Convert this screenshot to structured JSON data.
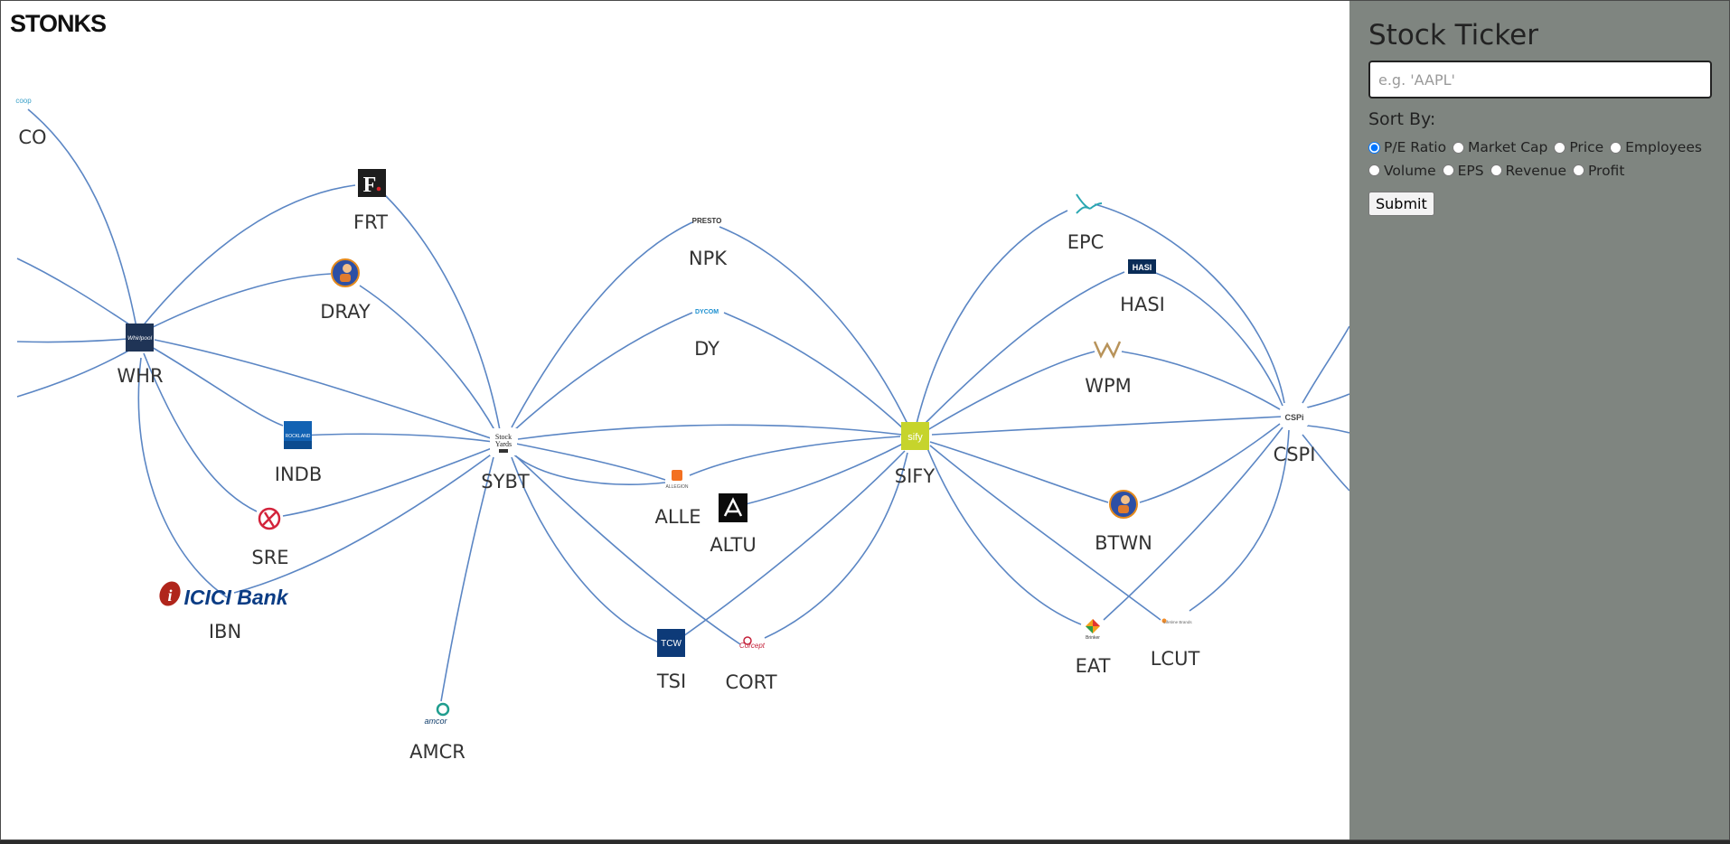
{
  "app": {
    "brand": "STONKS"
  },
  "panel": {
    "title": "Stock Ticker",
    "input_placeholder": "e.g. 'AAPL'",
    "input_value": "",
    "sort_label": "Sort By:",
    "sort_options": [
      "P/E Ratio",
      "Market Cap",
      "Price",
      "Employees",
      "Volume",
      "EPS",
      "Revenue",
      "Profit"
    ],
    "sort_selected": "P/E Ratio",
    "submit_label": "Submit"
  },
  "graph": {
    "edge_color": "#5b86c4",
    "nodes": [
      {
        "ticker": "CO",
        "logo": "coop-logo"
      },
      {
        "ticker": "FRT",
        "logo": "frt-logo"
      },
      {
        "ticker": "DRAY",
        "logo": "dray-avatar"
      },
      {
        "ticker": "WHR",
        "logo": "whirlpool-logo",
        "logo_text": "Whirlpool"
      },
      {
        "ticker": "INDB",
        "logo": "indb-logo"
      },
      {
        "ticker": "SRE",
        "logo": "sre-logo"
      },
      {
        "ticker": "IBN",
        "logo": "icici-logo",
        "logo_text": "ICICI Bank"
      },
      {
        "ticker": "AMCR",
        "logo": "amcor-logo",
        "logo_text": "amcor"
      },
      {
        "ticker": "SYBT",
        "logo": "sybt-logo"
      },
      {
        "ticker": "NPK",
        "logo": "presto-logo",
        "logo_text": "PRESTO"
      },
      {
        "ticker": "DY",
        "logo": "dycom-logo",
        "logo_text": "DYCOM"
      },
      {
        "ticker": "ALLE",
        "logo": "allegion-logo",
        "logo_text": "ALLEGION"
      },
      {
        "ticker": "ALTU",
        "logo": "altu-logo"
      },
      {
        "ticker": "TSI",
        "logo": "tcw-logo",
        "logo_text": "TCW"
      },
      {
        "ticker": "CORT",
        "logo": "corcept-logo",
        "logo_text": "Corcept"
      },
      {
        "ticker": "SIFY",
        "logo": "sify-logo",
        "logo_text": "sify"
      },
      {
        "ticker": "EPC",
        "logo": "epc-logo"
      },
      {
        "ticker": "HASI",
        "logo": "hasi-logo",
        "logo_text": "HASI"
      },
      {
        "ticker": "WPM",
        "logo": "wpm-logo"
      },
      {
        "ticker": "BTWN",
        "logo": "btwn-avatar"
      },
      {
        "ticker": "EAT",
        "logo": "brinker-logo",
        "logo_text": "Brinker"
      },
      {
        "ticker": "LCUT",
        "logo": "lifetime-logo",
        "logo_text": "Lifetime Brands"
      },
      {
        "ticker": "CSPI",
        "logo": "cspi-logo",
        "logo_text": "CSPi"
      }
    ],
    "edges": [
      [
        "WHR",
        "CO"
      ],
      [
        "WHR",
        "FRT"
      ],
      [
        "WHR",
        "DRAY"
      ],
      [
        "WHR",
        "INDB"
      ],
      [
        "WHR",
        "SRE"
      ],
      [
        "WHR",
        "IBN"
      ],
      [
        "WHR",
        "SYBT"
      ],
      [
        "SYBT",
        "FRT"
      ],
      [
        "SYBT",
        "DRAY"
      ],
      [
        "SYBT",
        "INDB"
      ],
      [
        "SYBT",
        "SRE"
      ],
      [
        "SYBT",
        "IBN"
      ],
      [
        "SYBT",
        "AMCR"
      ],
      [
        "SYBT",
        "NPK"
      ],
      [
        "SYBT",
        "DY"
      ],
      [
        "SYBT",
        "ALLE"
      ],
      [
        "SYBT",
        "TSI"
      ],
      [
        "SYBT",
        "CORT"
      ],
      [
        "SYBT",
        "SIFY"
      ],
      [
        "SIFY",
        "NPK"
      ],
      [
        "SIFY",
        "DY"
      ],
      [
        "SIFY",
        "ALLE"
      ],
      [
        "SIFY",
        "ALTU"
      ],
      [
        "SIFY",
        "TSI"
      ],
      [
        "SIFY",
        "CORT"
      ],
      [
        "SIFY",
        "EPC"
      ],
      [
        "SIFY",
        "HASI"
      ],
      [
        "SIFY",
        "WPM"
      ],
      [
        "SIFY",
        "BTWN"
      ],
      [
        "SIFY",
        "EAT"
      ],
      [
        "SIFY",
        "LCUT"
      ],
      [
        "SIFY",
        "CSPI"
      ],
      [
        "CSPI",
        "EPC"
      ],
      [
        "CSPI",
        "HASI"
      ],
      [
        "CSPI",
        "WPM"
      ],
      [
        "CSPI",
        "BTWN"
      ],
      [
        "CSPI",
        "EAT"
      ],
      [
        "CSPI",
        "LCUT"
      ]
    ]
  }
}
